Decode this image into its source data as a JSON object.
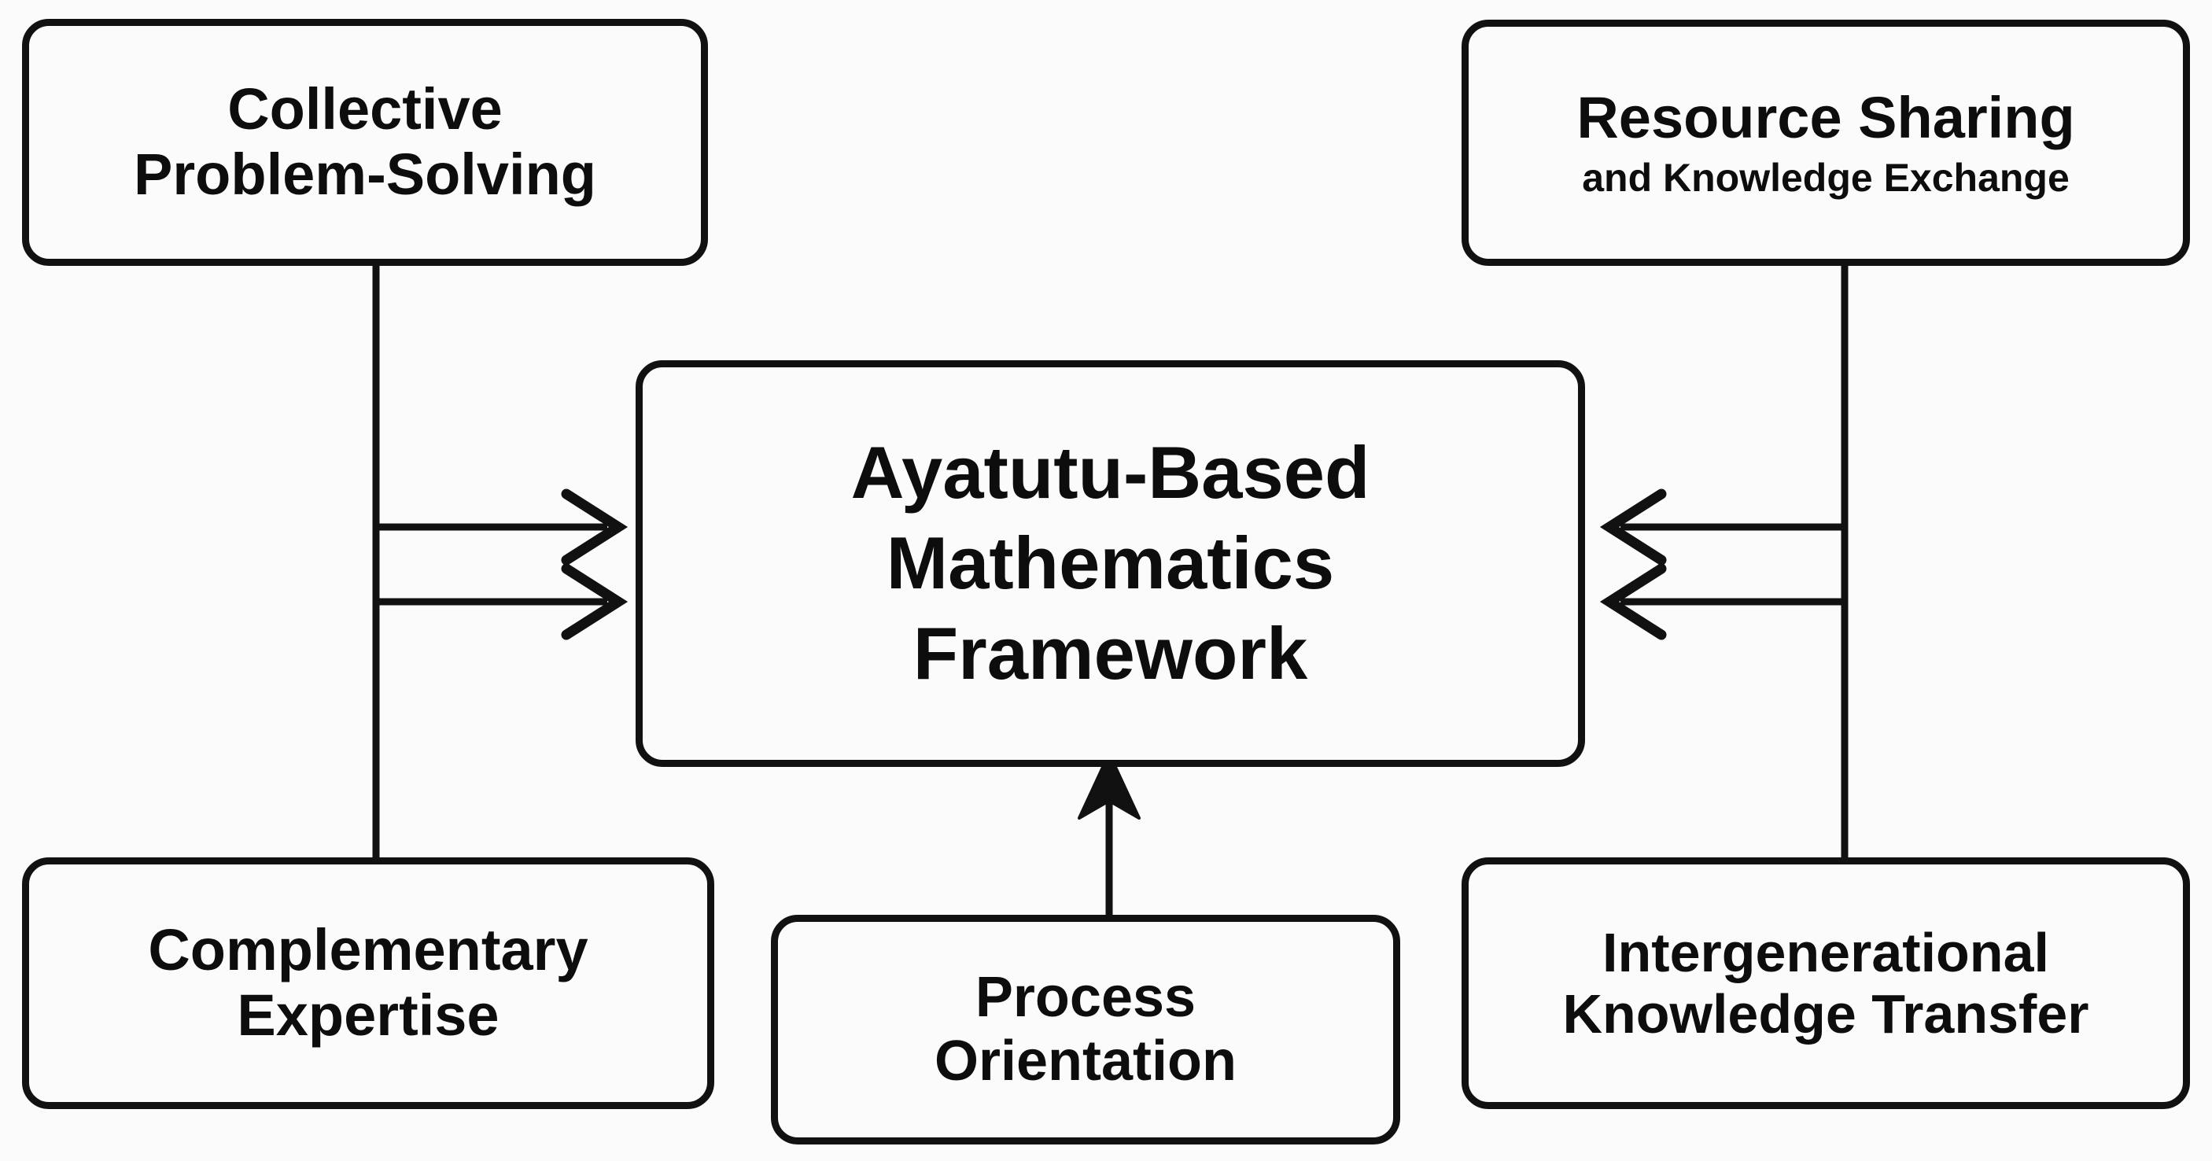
{
  "diagram": {
    "type": "flow-diagram",
    "background_color": "#fbfbfb",
    "stroke_color": "#111111",
    "text_color": "#0d0d0d",
    "center": {
      "id": "ayatutu-framework",
      "lines": [
        "Ayatutu-Based",
        "Mathematics",
        "Framework"
      ]
    },
    "nodes": [
      {
        "id": "collective-problem-solving",
        "position": "top-left",
        "lines": [
          "Collective",
          "Problem-Solving"
        ]
      },
      {
        "id": "resource-sharing",
        "position": "top-right",
        "primary": "Resource Sharing",
        "secondary": "and Knowledge Exchange"
      },
      {
        "id": "complementary-expertise",
        "position": "bottom-left",
        "lines": [
          "Complementary",
          "Expertise"
        ]
      },
      {
        "id": "process-orientation",
        "position": "bottom-center",
        "lines": [
          "Process",
          "Orientation"
        ]
      },
      {
        "id": "intergenerational-knowledge-transfer",
        "position": "bottom-right",
        "lines": [
          "Intergenerational",
          "Knowledge Transfer"
        ]
      }
    ],
    "edges": [
      {
        "from": "collective-problem-solving",
        "to": "ayatutu-framework",
        "direction": "right",
        "arrowhead": "open"
      },
      {
        "from": "complementary-expertise",
        "to": "ayatutu-framework",
        "direction": "right",
        "arrowhead": "open"
      },
      {
        "from": "resource-sharing",
        "to": "ayatutu-framework",
        "direction": "left",
        "arrowhead": "open"
      },
      {
        "from": "intergenerational-knowledge-transfer",
        "to": "ayatutu-framework",
        "direction": "left",
        "arrowhead": "open"
      },
      {
        "from": "process-orientation",
        "to": "ayatutu-framework",
        "direction": "up",
        "arrowhead": "filled"
      }
    ]
  }
}
